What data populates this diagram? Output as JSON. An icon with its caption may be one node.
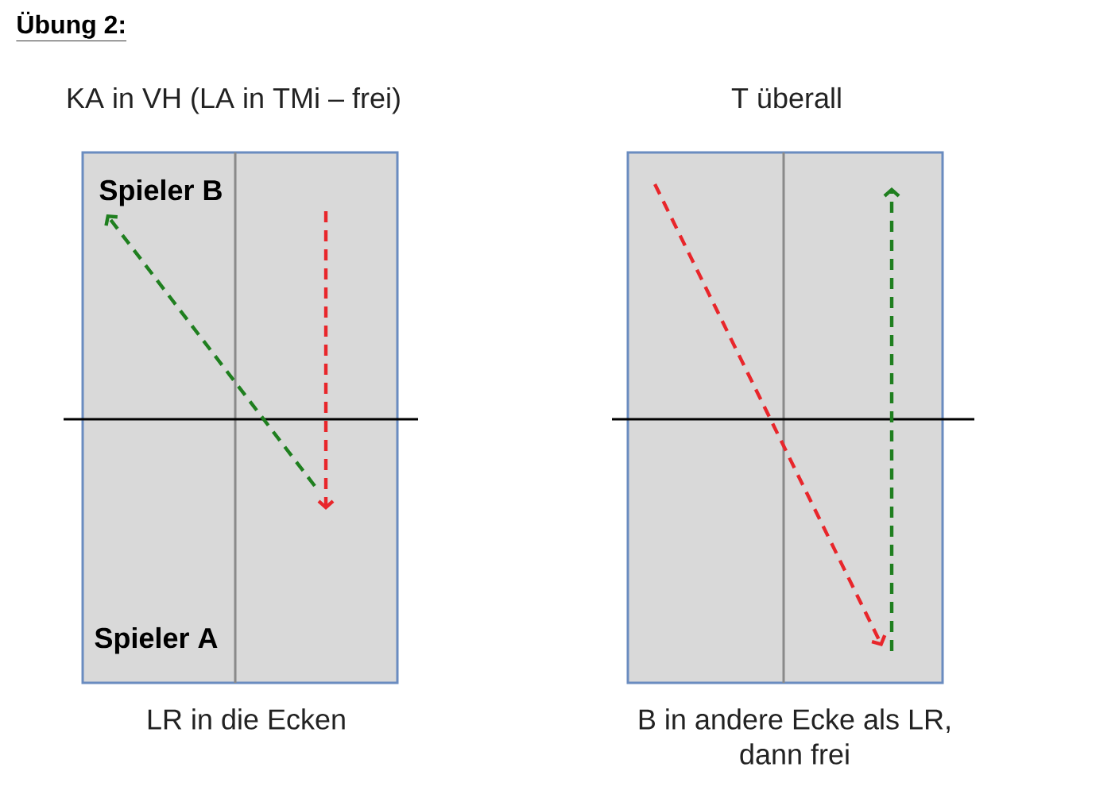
{
  "diagram": {
    "title": "Übung 2:",
    "nodes": [
      {
        "text": [
          "KA in VH (LA in TMi – frei)",
          "Spieler B",
          "Spieler A"
        ],
        "beside": [
          "LR in die Ecken"
        ]
      },
      {
        "text": [
          "T überall"
        ],
        "beside": [
          "B in andere Ecke als LR, dann frei"
        ]
      }
    ]
  }
}
